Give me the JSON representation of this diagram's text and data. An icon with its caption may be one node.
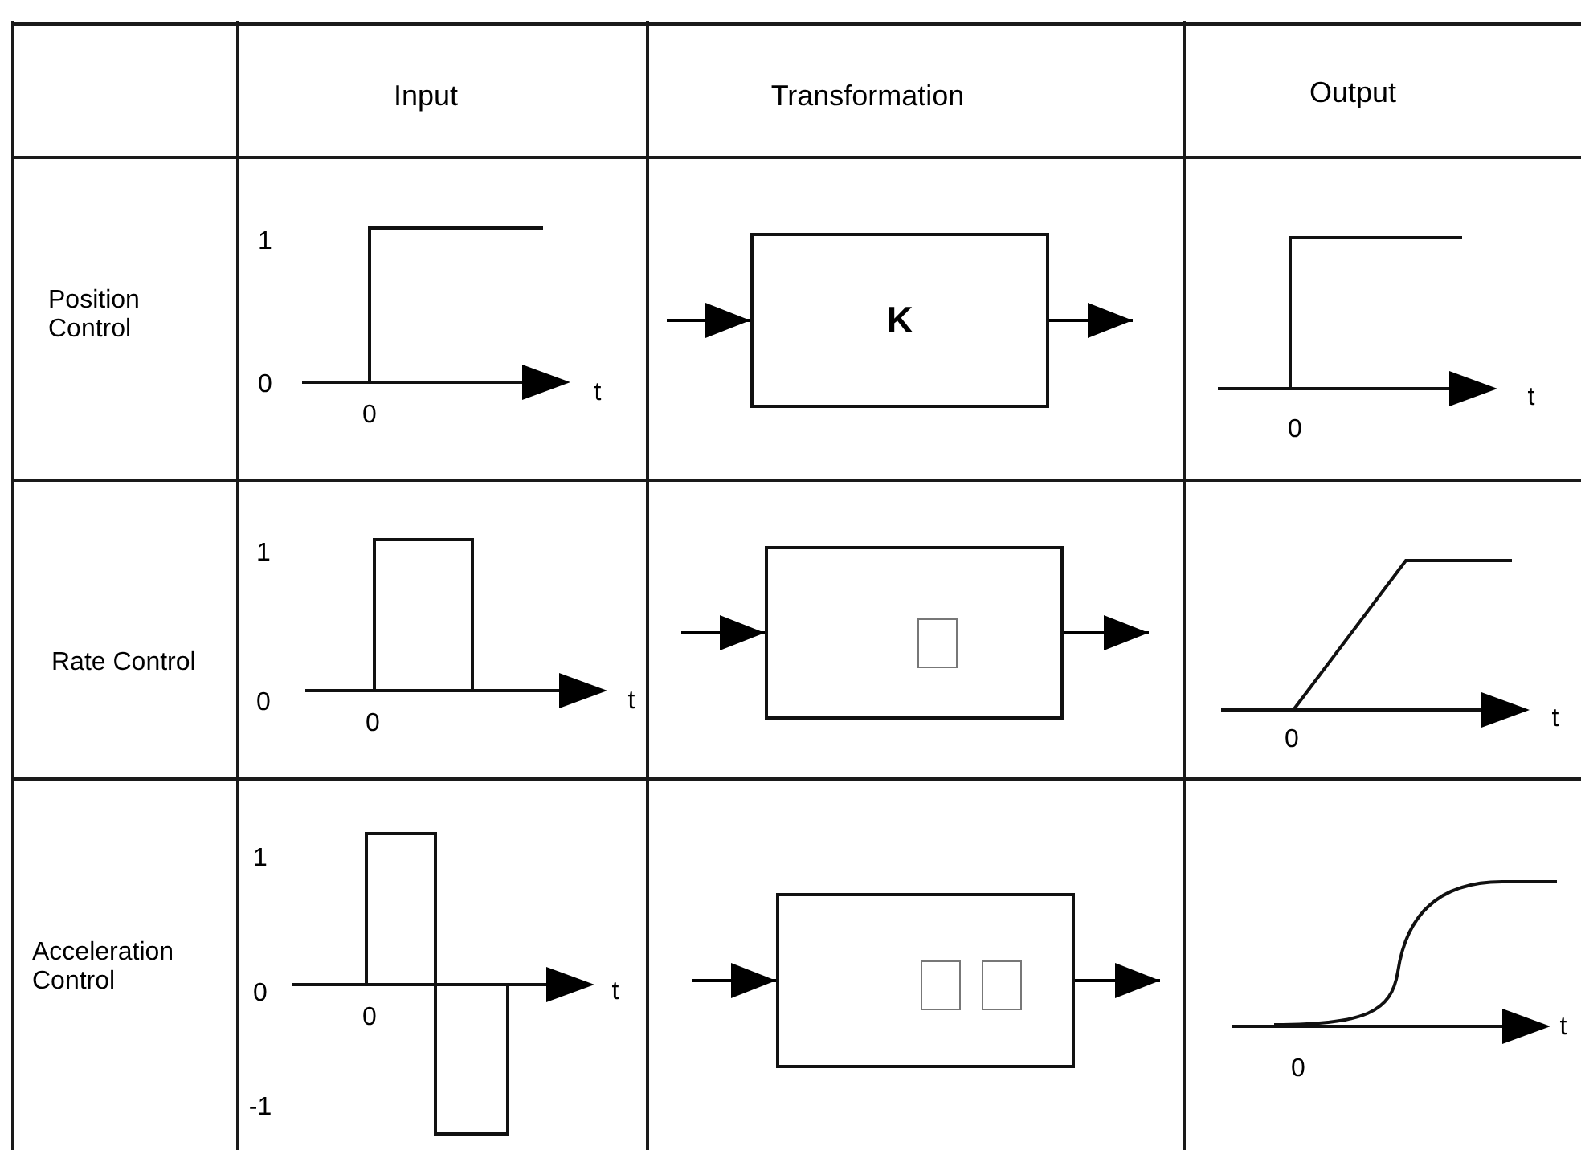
{
  "diagram": {
    "nodes": [
      {
        "text": [
          "K"
        ]
      },
      {
        "text": [],
        "shape": "box"
      },
      {
        "text": [],
        "shape": "box"
      }
    ],
    "edges": [
      {
        "from": null,
        "to": 0,
        "arrow": "to"
      },
      {
        "from": 0,
        "to": null,
        "arrow": "to"
      },
      {
        "from": null,
        "to": 1,
        "arrow": "to"
      },
      {
        "from": 1,
        "to": null,
        "arrow": "to"
      },
      {
        "from": null,
        "to": 2,
        "arrow": "to"
      },
      {
        "from": 2,
        "to": null,
        "arrow": "to"
      }
    ],
    "labels": [
      "Input",
      "Transformation",
      "Output",
      "Position Control",
      "1",
      "0",
      "0",
      "t",
      "t",
      "0",
      "Rate Control",
      "1",
      "0",
      "0",
      "t",
      "t",
      "0",
      "Acceleration Control",
      "1",
      "0",
      "0",
      "t",
      "-1",
      "t",
      "0"
    ]
  }
}
